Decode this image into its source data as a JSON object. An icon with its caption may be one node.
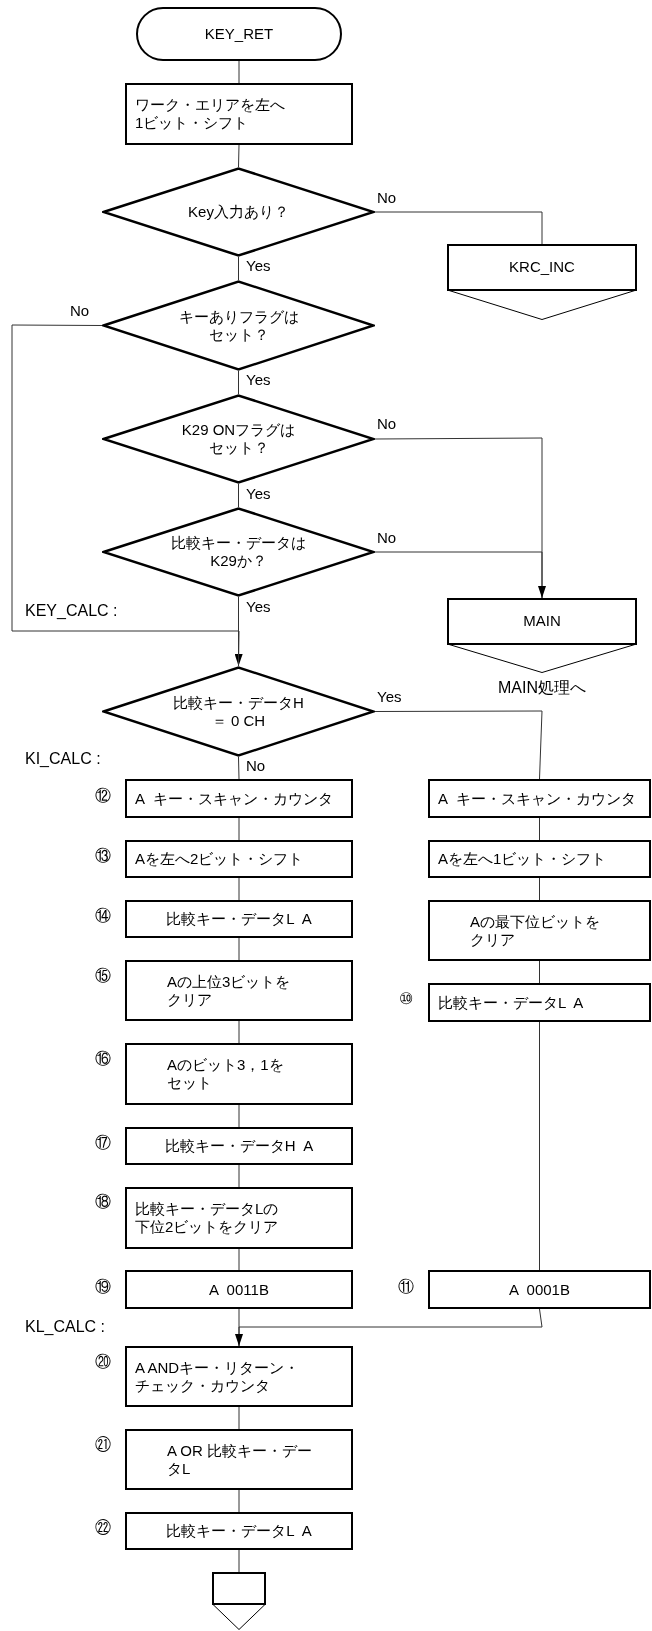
{
  "diagram": {
    "nodes": [
      {
        "text": [
          "KEY_RET"
        ]
      },
      {
        "text": [
          "ワーク・エリアを左へ1ビット・シフト"
        ]
      },
      {
        "text": [
          "Key入力あり？"
        ]
      },
      {
        "text": [
          "KRC_INC"
        ]
      },
      {
        "text": [
          "キーありフラグはセット？"
        ]
      },
      {
        "text": [
          "K29 ONフラグはセット？"
        ]
      },
      {
        "text": [
          "比較キー・データはK29か？"
        ]
      },
      {
        "text": [
          "MAIN"
        ],
        "beside": [
          "MAIN処理へ"
        ]
      },
      {
        "text": [
          "比較キー・データH ＝ 0 CH"
        ]
      },
      {
        "text": [
          "A  キー・スキャン・カウンタ"
        ],
        "beside": [
          "⑫"
        ]
      },
      {
        "text": [
          "Aを左へ2ビット・シフト"
        ],
        "beside": [
          "⑬"
        ]
      },
      {
        "text": [
          "比較キー・データL  A"
        ],
        "beside": [
          "⑭"
        ]
      },
      {
        "text": [
          "Aの上位3ビットをクリア"
        ],
        "beside": [
          "⑮"
        ]
      },
      {
        "text": [
          "Aのビット3，1をセット"
        ],
        "beside": [
          "⑯"
        ]
      },
      {
        "text": [
          "比較キー・データH  A"
        ],
        "beside": [
          "⑰"
        ]
      },
      {
        "text": [
          "比較キー・データLの下位2ビットをクリア"
        ],
        "beside": [
          "⑱"
        ]
      },
      {
        "text": [
          "A  0011B"
        ],
        "beside": [
          "⑲"
        ]
      },
      {
        "text": [
          "A  キー・スキャン・カウンタ"
        ]
      },
      {
        "text": [
          "Aを左へ1ビット・シフト"
        ]
      },
      {
        "text": [
          "Aの最下位ビットをクリア"
        ]
      },
      {
        "text": [
          "比較キー・データL  A"
        ],
        "beside": [
          "⑩"
        ]
      },
      {
        "text": [
          "A  0001B"
        ],
        "beside": [
          "⑪"
        ]
      },
      {
        "text": [
          "A ANDキー・リターン・チェック・カウンタ"
        ],
        "beside": [
          "⑳"
        ]
      },
      {
        "text": [
          "A OR 比較キー・データL"
        ],
        "beside": [
          "㉑"
        ]
      },
      {
        "text": [
          "比較キー・データL  A"
        ],
        "beside": [
          "㉒"
        ]
      },
      {
        "text": [],
        "shape": "pentagon"
      }
    ],
    "edges": [
      {
        "from": 0,
        "to": 1,
        "arrow": "none"
      },
      {
        "from": 1,
        "to": 2,
        "arrow": "none"
      },
      {
        "from": 2,
        "to": 3,
        "arrow": "none",
        "label": "No"
      },
      {
        "from": 2,
        "to": 4,
        "arrow": "none",
        "label": "Yes"
      },
      {
        "from": 4,
        "to": 8,
        "arrow": "to",
        "label": "No"
      },
      {
        "from": 4,
        "to": 5,
        "arrow": "none",
        "label": "Yes"
      },
      {
        "from": 5,
        "to": 6,
        "arrow": "none",
        "label": "Yes"
      },
      {
        "from": 5,
        "to": 7,
        "arrow": "none",
        "label": "No"
      },
      {
        "from": 6,
        "to": 7,
        "arrow": "to",
        "label": "No"
      },
      {
        "from": 6,
        "to": 8,
        "arrow": "none",
        "label": "Yes"
      },
      {
        "from": 8,
        "to": 17,
        "arrow": "none",
        "label": "Yes"
      },
      {
        "from": 8,
        "to": 9,
        "arrow": "none",
        "label": "No"
      },
      {
        "from": 9,
        "to": 10,
        "arrow": "none"
      },
      {
        "from": 10,
        "to": 11,
        "arrow": "none"
      },
      {
        "from": 11,
        "to": 12,
        "arrow": "none"
      },
      {
        "from": 12,
        "to": 13,
        "arrow": "none"
      },
      {
        "from": 13,
        "to": 14,
        "arrow": "none"
      },
      {
        "from": 14,
        "to": 15,
        "arrow": "none"
      },
      {
        "from": 15,
        "to": 16,
        "arrow": "none"
      },
      {
        "from": 17,
        "to": 18,
        "arrow": "none"
      },
      {
        "from": 18,
        "to": 19,
        "arrow": "none"
      },
      {
        "from": 19,
        "to": 20,
        "arrow": "none"
      },
      {
        "from": 20,
        "to": 21,
        "arrow": "none"
      },
      {
        "from": 16,
        "to": 22,
        "arrow": "none"
      },
      {
        "from": 21,
        "to": 22,
        "arrow": "to"
      },
      {
        "from": 22,
        "to": 23,
        "arrow": "none"
      },
      {
        "from": 23,
        "to": 24,
        "arrow": "none"
      },
      {
        "from": 24,
        "to": 25,
        "arrow": "none"
      }
    ],
    "labels": [
      "KEY_CALC :",
      "KI_CALC :",
      "KL_CALC :"
    ]
  }
}
